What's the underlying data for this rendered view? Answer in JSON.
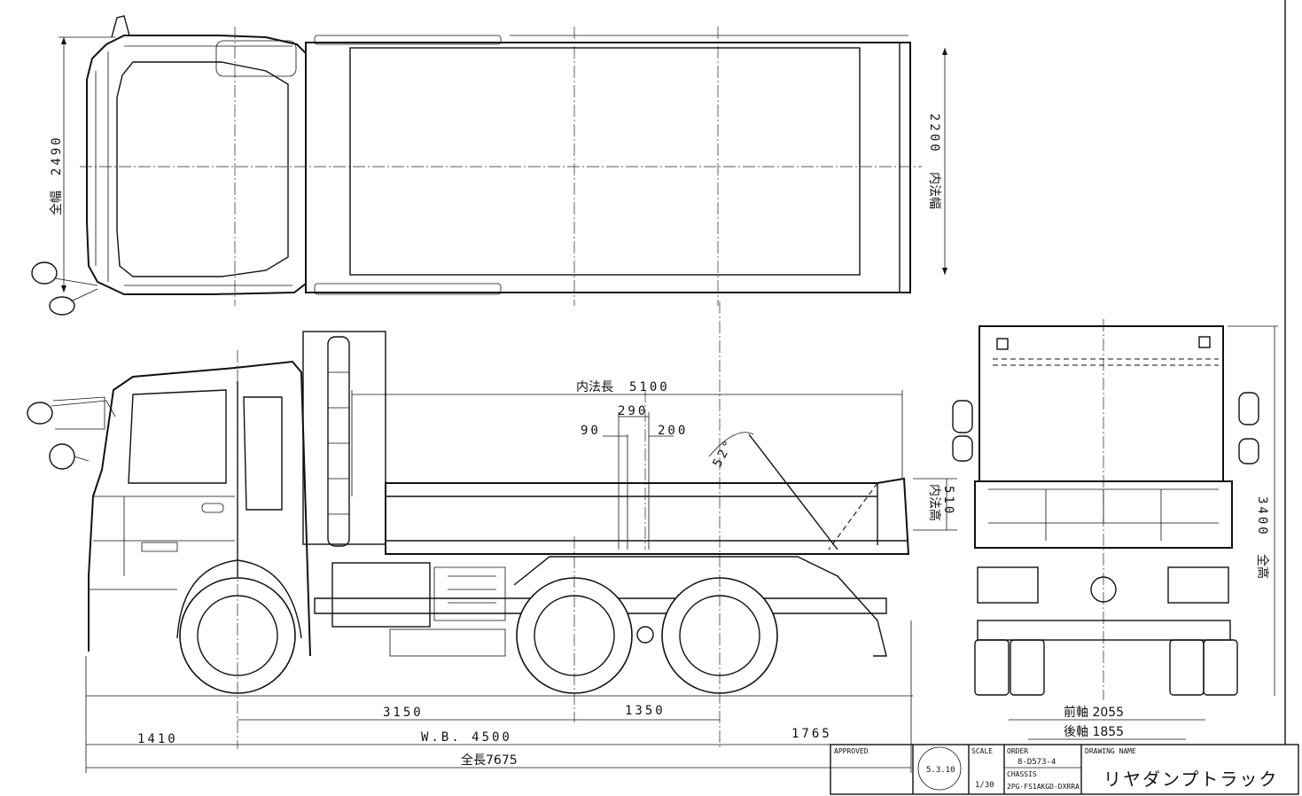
{
  "plan_view": {
    "overall_width": {
      "label": "全幅",
      "value": "2490"
    },
    "inner_width": {
      "label": "内法幅",
      "value": "2200"
    }
  },
  "side_view": {
    "inner_length": {
      "label": "内法長",
      "value": "5100"
    },
    "detail_290": "290",
    "detail_90": "90",
    "detail_200": "200",
    "tilt_angle": "52°",
    "inner_height": {
      "label": "内法高",
      "value": "510"
    },
    "dims": {
      "front_overhang": "1410",
      "axle_spacing_1": "3150",
      "axle_spacing_2": "1350",
      "wheelbase": "W.B. 4500",
      "rear_overhang": "1765",
      "overall_length": "全長7675"
    }
  },
  "rear_view": {
    "overall_height": {
      "label": "全高",
      "value": "3400"
    },
    "front_track": "前軸 2055",
    "rear_track": "後軸 1855"
  },
  "title_block": {
    "approved_label": "APPROVED",
    "stamp_text": "5.3.10",
    "scale_label": "SCALE",
    "scale_value": "1/30",
    "order_label": "ORDER",
    "order_value": "8-D573-4",
    "chassis_label": "CHASSIS",
    "chassis_value": "2PG-FS1AKGD-DXRRA",
    "drawing_name_label": "DRAWING NAME",
    "drawing_name": "リヤダンプトラック"
  }
}
